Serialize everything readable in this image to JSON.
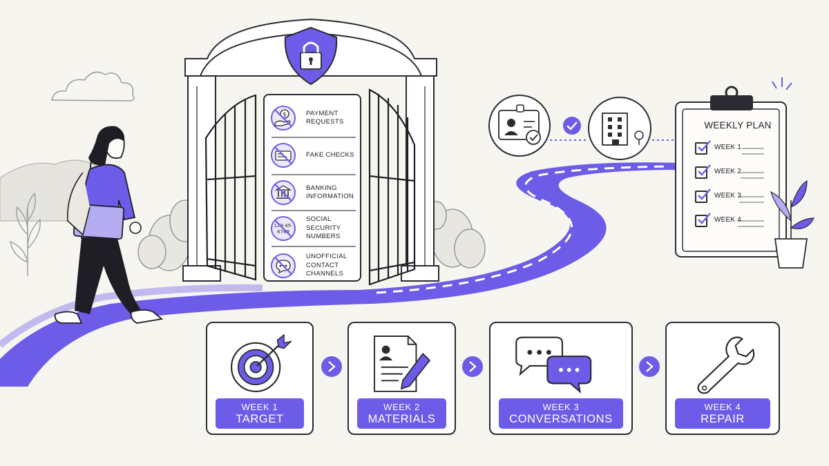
{
  "gate": {
    "shield_icon": "lock-shield-icon",
    "accent": "#6c5ce7"
  },
  "warnings": [
    {
      "icon": "dollar-hand-icon",
      "label": "PAYMENT REQUESTS"
    },
    {
      "icon": "check-icon",
      "label": "FAKE CHECKS"
    },
    {
      "icon": "bank-icon",
      "label": "BANKING INFORMATION"
    },
    {
      "icon": "ssn-icon",
      "label": "SOCIAL SECURITY NUMBERS",
      "icon_text": "123-45-6789"
    },
    {
      "icon": "chat-bubble-icon",
      "label": "UNOFFICIAL CONTACT CHANNELS"
    }
  ],
  "verification": {
    "id_card_icon": "id-badge-icon",
    "check_icon": "check-circle-icon",
    "building_icon": "office-building-icon"
  },
  "clipboard": {
    "title": "WEEKLY PLAN",
    "rows": [
      "WEEK 1",
      "WEEK 2",
      "WEEK 3",
      "WEEK 4"
    ]
  },
  "weeks": [
    {
      "week": "WEEK 1",
      "title": "TARGET",
      "icon": "target-icon"
    },
    {
      "week": "WEEK 2",
      "title": "MATERIALS",
      "icon": "resume-pencil-icon"
    },
    {
      "week": "WEEK 3",
      "title": "CONVERSATIONS",
      "icon": "chat-icon"
    },
    {
      "week": "WEEK 4",
      "title": "REPAIR",
      "icon": "wrench-icon"
    }
  ],
  "colors": {
    "accent": "#6c5ce7",
    "accent_light": "#c9c2f5",
    "ink": "#1e1e24",
    "background": "#f7f5f0"
  }
}
